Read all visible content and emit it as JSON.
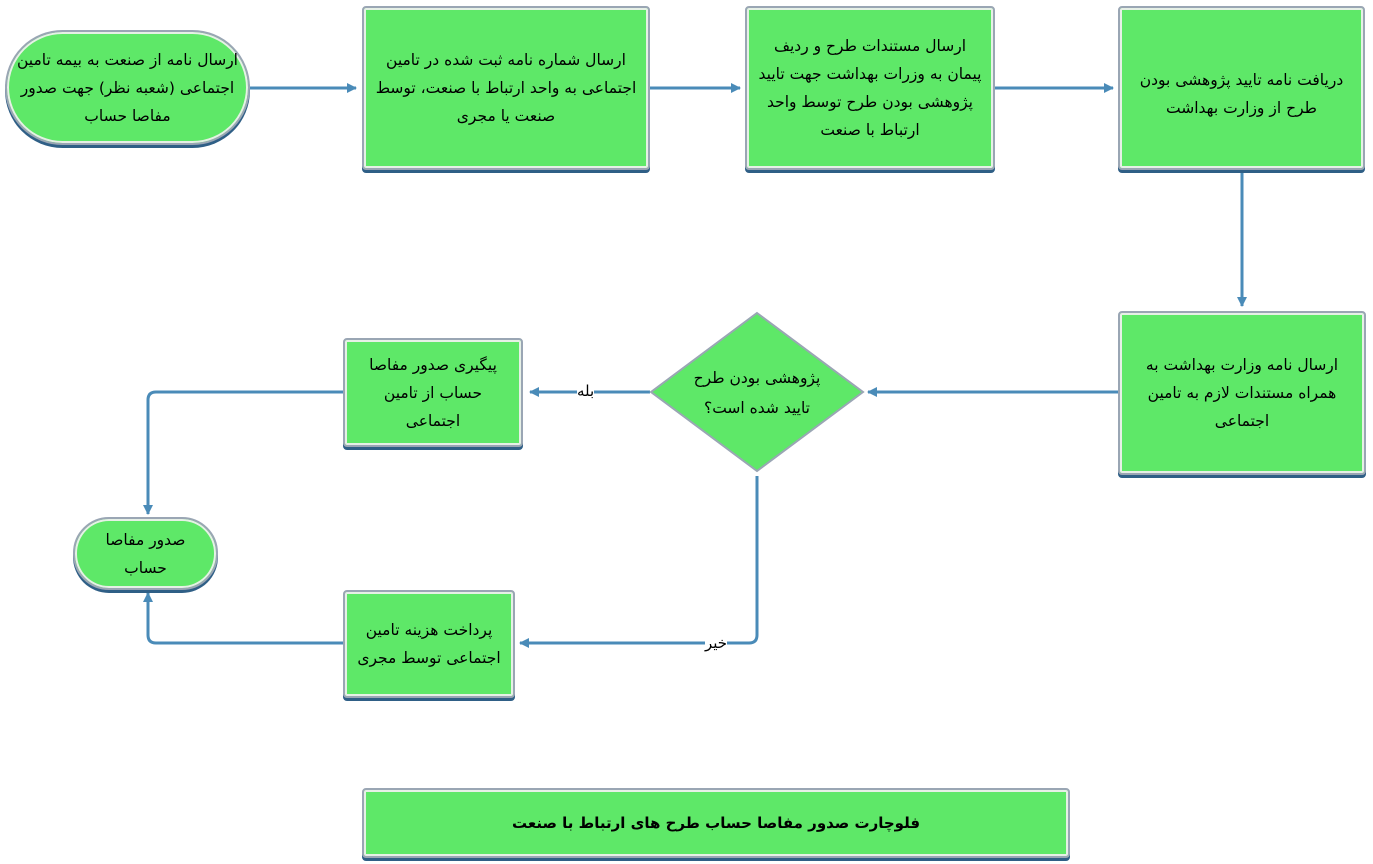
{
  "nodes": {
    "start": "ارسال نامه از صنعت به بیمه تامین اجتماعی (شعبه نظر) جهت صدور مفاصا حساب",
    "step2": "ارسال شماره نامه ثبت شده در تامین اجتماعی به واحد ارتباط با صنعت، توسط صنعت یا مجری",
    "step3": "ارسال مستندات طرح و ردیف پیمان به وزرات بهداشت جهت تایید پژوهشی بودن طرح توسط واحد ارتباط با صنعت",
    "step4": "دریافت نامه تایید پژوهشی بودن طرح از وزارت بهداشت",
    "step5": "ارسال نامه وزارت بهداشت به همراه مستندات لازم به تامین اجتماعی",
    "decision": "پژوهشی بودن طرح تایید شده است؟",
    "yes_step": "پیگیری صدور مفاصا حساب از تامین اجتماعی",
    "no_step": "پرداخت هزینه تامین اجتماعی توسط مجری",
    "end": "صدور مفاصا حساب"
  },
  "labels": {
    "yes": "بله",
    "no": "خیر"
  },
  "title": "فلوچارت صدور مفاصا حساب طرح های ارتباط با صنعت",
  "colors": {
    "fill": "#5ee868",
    "connector": "#4a8bb8"
  }
}
